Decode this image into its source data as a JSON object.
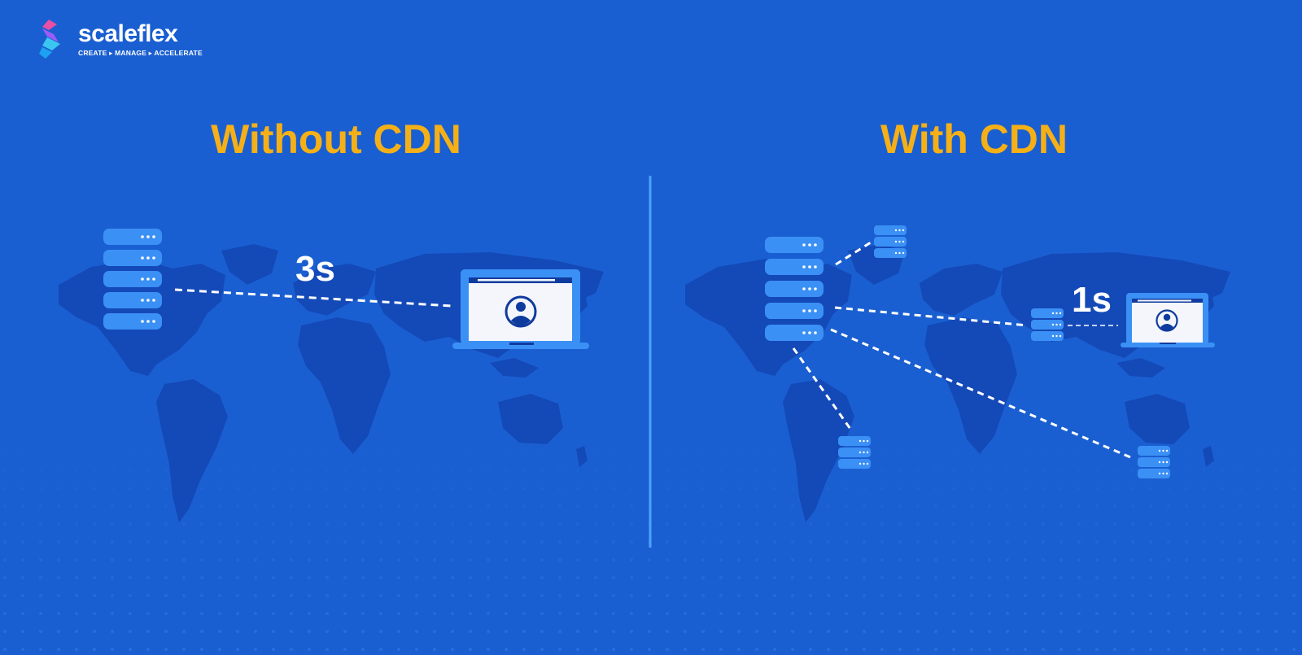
{
  "brand": {
    "name": "scaleflex",
    "tagline": "CREATE ▸ MANAGE ▸ ACCELERATE"
  },
  "panels": {
    "left": {
      "title": "Without CDN",
      "time_label": "3s"
    },
    "right": {
      "title": "With CDN",
      "time_label": "1s"
    }
  },
  "colors": {
    "background": "#1a5fd1",
    "map": "#1449b8",
    "accent": "#f5b017",
    "server": "#3b90f5",
    "divider": "#4aa3ff",
    "laptop_frame": "#3b90f5",
    "laptop_screen": "#f4f6fb",
    "avatar": "#0f3b9e"
  },
  "icons": [
    "server-icon",
    "laptop-icon",
    "user-avatar-icon"
  ]
}
